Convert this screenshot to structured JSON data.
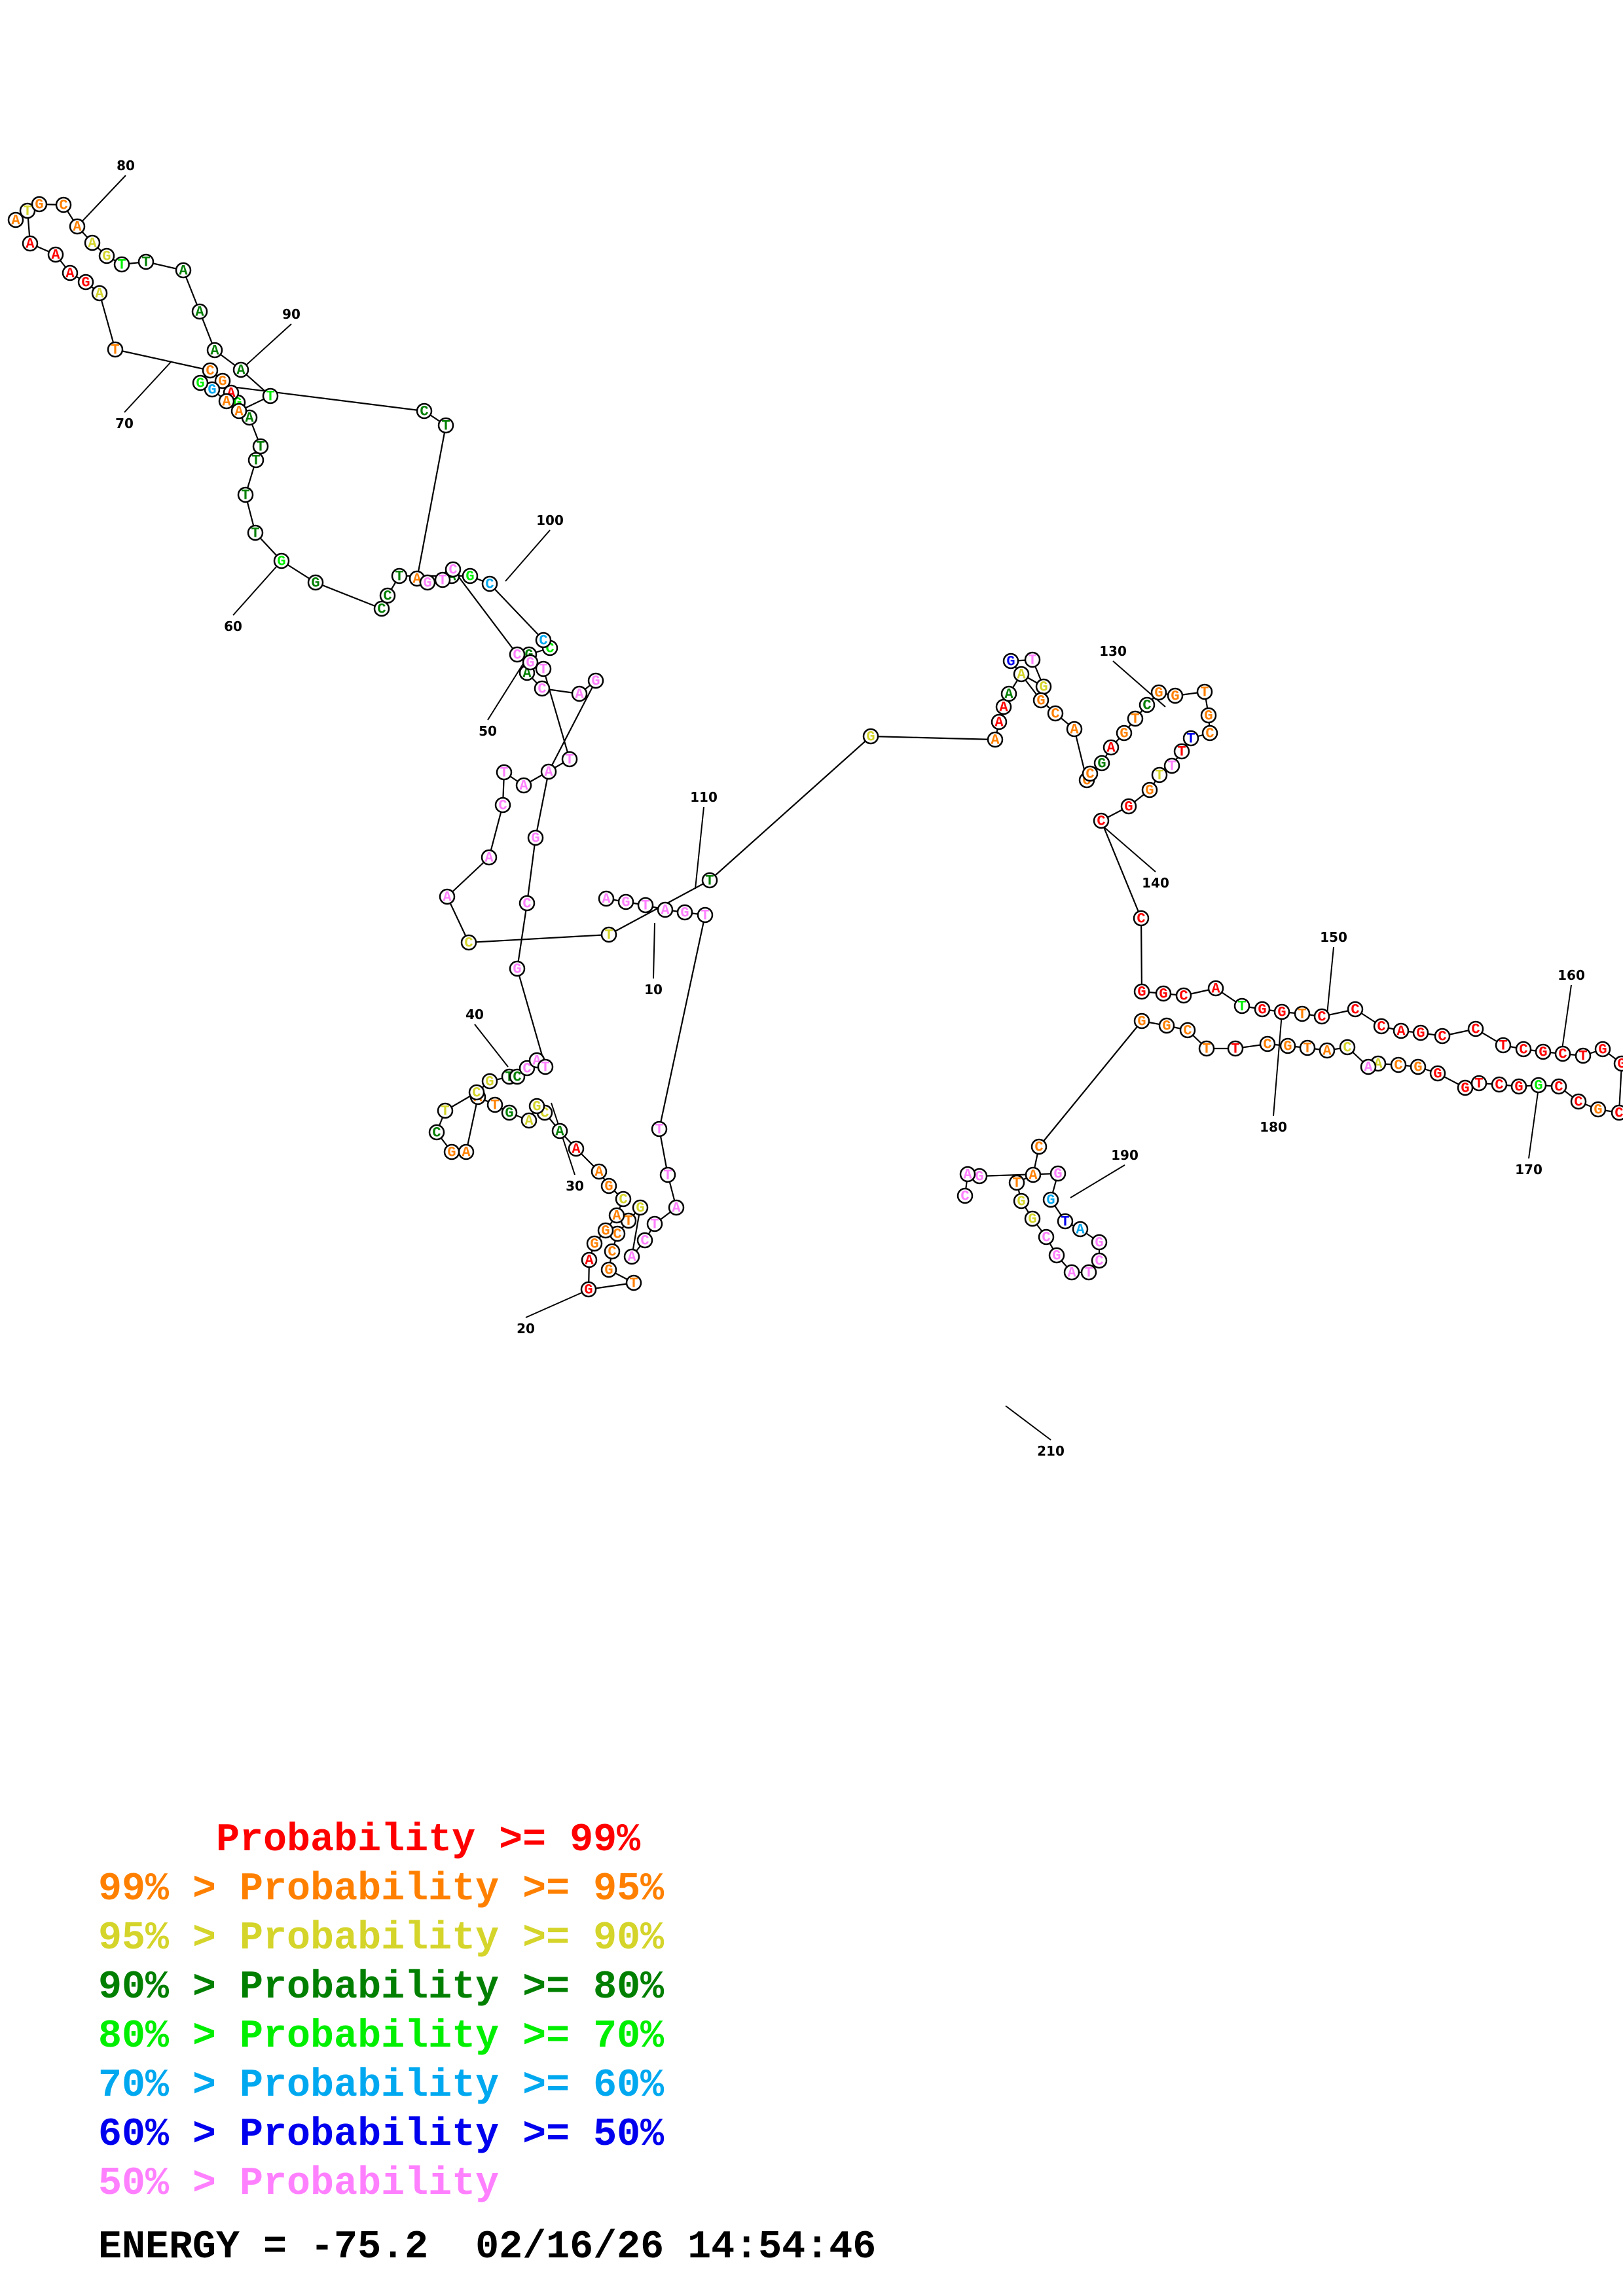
{
  "tiers": {
    "p99": {
      "color": "#ff0000",
      "label": "     Probability >= 99%"
    },
    "p95": {
      "color": "#ff8000",
      "label": "99% > Probability >= 95%"
    },
    "p90": {
      "color": "#d4d42a",
      "label": "95% > Probability >= 90%"
    },
    "p80": {
      "color": "#007f00",
      "label": "90% > Probability >= 80%"
    },
    "p70": {
      "color": "#00ee00",
      "label": "80% > Probability >= 70%"
    },
    "p60": {
      "color": "#00a8f0",
      "label": "70% > Probability >= 60%"
    },
    "p50": {
      "color": "#0000ee",
      "label": "60% > Probability >= 50%"
    },
    "plow": {
      "color": "#ff80ff",
      "label": "50% > Probability"
    }
  },
  "legend": [
    {
      "tier": "p99",
      "text": "     Probability >= 99%"
    },
    {
      "tier": "p95",
      "text": "99% > Probability >= 95%"
    },
    {
      "tier": "p90",
      "text": "95% > Probability >= 90%"
    },
    {
      "tier": "p80",
      "text": "90% > Probability >= 80%"
    },
    {
      "tier": "p70",
      "text": "80% > Probability >= 70%"
    },
    {
      "tier": "p60",
      "text": "70% > Probability >= 60%"
    },
    {
      "tier": "p50",
      "text": "60% > Probability >= 50%"
    },
    {
      "tier": "plow",
      "text": "50% > Probability"
    }
  ],
  "footer": {
    "energy_label": "ENERGY = -75.2",
    "energy_value": -75.2,
    "timestamp": "02/16/26 14:54:46"
  },
  "index_labels": [
    "10",
    "20",
    "30",
    "40",
    "50",
    "60",
    "70",
    "80",
    "90",
    "100",
    "110",
    "130",
    "140",
    "150",
    "160",
    "170",
    "180",
    "190",
    "210"
  ],
  "nucleotides": [
    {
      "b": "A",
      "t": "plow"
    },
    {
      "b": "G",
      "t": "plow"
    },
    {
      "b": "T",
      "t": "plow"
    },
    {
      "b": "A",
      "t": "plow"
    },
    {
      "b": "G",
      "t": "plow"
    },
    {
      "b": "T",
      "t": "plow"
    },
    {
      "b": "T",
      "t": "plow"
    },
    {
      "b": "T",
      "t": "plow"
    },
    {
      "b": "A",
      "t": "plow"
    },
    {
      "b": "T",
      "t": "plow"
    },
    {
      "b": "C",
      "t": "plow"
    },
    {
      "b": "A",
      "t": "plow"
    },
    {
      "b": "G",
      "t": "p90"
    },
    {
      "b": "T",
      "t": "p95"
    },
    {
      "b": "C",
      "t": "p95"
    },
    {
      "b": "C",
      "t": "p95"
    },
    {
      "b": "G",
      "t": "p95"
    },
    {
      "b": "T",
      "t": "p95"
    },
    {
      "b": "G",
      "t": "p99"
    },
    {
      "b": "A",
      "t": "p99"
    },
    {
      "b": "G",
      "t": "p95"
    },
    {
      "b": "G",
      "t": "p95"
    },
    {
      "b": "A",
      "t": "p95"
    },
    {
      "b": "C",
      "t": "p90"
    },
    {
      "b": "G",
      "t": "p95"
    },
    {
      "b": "A",
      "t": "p95"
    },
    {
      "b": "A",
      "t": "p99"
    },
    {
      "b": "A",
      "t": "p80"
    },
    {
      "b": "C",
      "t": "p90"
    },
    {
      "b": "G",
      "t": "p90"
    },
    {
      "b": "A",
      "t": "p90"
    },
    {
      "b": "G",
      "t": "p80"
    },
    {
      "b": "T",
      "t": "p95"
    },
    {
      "b": "A",
      "t": "p95"
    },
    {
      "b": "A",
      "t": "p95"
    },
    {
      "b": "G",
      "t": "p95"
    },
    {
      "b": "C",
      "t": "p80"
    },
    {
      "b": "T",
      "t": "p90"
    },
    {
      "b": "C",
      "t": "p90"
    },
    {
      "b": "G",
      "t": "p90"
    },
    {
      "b": "T",
      "t": "p80"
    },
    {
      "b": "C",
      "t": "p80"
    },
    {
      "b": "C",
      "t": "plow"
    },
    {
      "b": "A",
      "t": "plow"
    },
    {
      "b": "T",
      "t": "plow"
    },
    {
      "b": "G",
      "t": "plow"
    },
    {
      "b": "C",
      "t": "plow"
    },
    {
      "b": "G",
      "t": "plow"
    },
    {
      "b": "A",
      "t": "plow"
    },
    {
      "b": "G",
      "t": "plow"
    },
    {
      "b": "A",
      "t": "plow"
    },
    {
      "b": "C",
      "t": "plow"
    },
    {
      "b": "A",
      "t": "p80"
    },
    {
      "b": "G",
      "t": "p80"
    },
    {
      "b": "C",
      "t": "p70"
    },
    {
      "b": "C",
      "t": "p60"
    },
    {
      "b": "C",
      "t": "p60"
    },
    {
      "b": "G",
      "t": "p70"
    },
    {
      "b": "A",
      "t": "p80"
    },
    {
      "b": "T",
      "t": "p80"
    },
    {
      "b": "C",
      "t": "p80"
    },
    {
      "b": "C",
      "t": "p80"
    },
    {
      "b": "G",
      "t": "p80"
    },
    {
      "b": "G",
      "t": "p70"
    },
    {
      "b": "T",
      "t": "p80"
    },
    {
      "b": "T",
      "t": "p80"
    },
    {
      "b": "T",
      "t": "p80"
    },
    {
      "b": "T",
      "t": "p80"
    },
    {
      "b": "A",
      "t": "p80"
    },
    {
      "b": "G",
      "t": "p70"
    },
    {
      "b": "A",
      "t": "p99"
    },
    {
      "b": "G",
      "t": "p95"
    },
    {
      "b": "C",
      "t": "p95"
    },
    {
      "b": "T",
      "t": "p95"
    },
    {
      "b": "A",
      "t": "p90"
    },
    {
      "b": "G",
      "t": "p99"
    },
    {
      "b": "A",
      "t": "p99"
    },
    {
      "b": "A",
      "t": "p99"
    },
    {
      "b": "A",
      "t": "p99"
    },
    {
      "b": "T",
      "t": "p90"
    },
    {
      "b": "A",
      "t": "p95"
    },
    {
      "b": "G",
      "t": "p95"
    },
    {
      "b": "C",
      "t": "p95"
    },
    {
      "b": "A",
      "t": "p95"
    },
    {
      "b": "A",
      "t": "p90"
    },
    {
      "b": "G",
      "t": "p90"
    },
    {
      "b": "T",
      "t": "p70"
    },
    {
      "b": "T",
      "t": "p80"
    },
    {
      "b": "A",
      "t": "p80"
    },
    {
      "b": "A",
      "t": "p80"
    },
    {
      "b": "A",
      "t": "p80"
    },
    {
      "b": "A",
      "t": "p80"
    },
    {
      "b": "T",
      "t": "p70"
    },
    {
      "b": "A",
      "t": "p95"
    },
    {
      "b": "A",
      "t": "p95"
    },
    {
      "b": "G",
      "t": "p60"
    },
    {
      "b": "G",
      "t": "p70"
    },
    {
      "b": "C",
      "t": "p80"
    },
    {
      "b": "T",
      "t": "p80"
    },
    {
      "b": "A",
      "t": "p95"
    },
    {
      "b": "G",
      "t": "plow"
    },
    {
      "b": "T",
      "t": "plow"
    },
    {
      "b": "C",
      "t": "plow"
    },
    {
      "b": "C",
      "t": "plow"
    },
    {
      "b": "G",
      "t": "plow"
    },
    {
      "b": "T",
      "t": "plow"
    },
    {
      "b": "T",
      "t": "plow"
    },
    {
      "b": "A",
      "t": "plow"
    },
    {
      "b": "T",
      "t": "plow"
    },
    {
      "b": "C",
      "t": "plow"
    },
    {
      "b": "A",
      "t": "plow"
    },
    {
      "b": "A",
      "t": "plow"
    },
    {
      "b": "C",
      "t": "p90"
    },
    {
      "b": "T",
      "t": "p90"
    },
    {
      "b": "T",
      "t": "p80"
    },
    {
      "b": "G",
      "t": "p90"
    },
    {
      "b": "A",
      "t": "p95"
    },
    {
      "b": "A",
      "t": "p99"
    },
    {
      "b": "A",
      "t": "p99"
    },
    {
      "b": "A",
      "t": "p80"
    },
    {
      "b": "A",
      "t": "p90"
    },
    {
      "b": "G",
      "t": "p90"
    },
    {
      "b": "T",
      "t": "plow"
    },
    {
      "b": "G",
      "t": "p50"
    },
    {
      "b": "G",
      "t": "p95"
    },
    {
      "b": "C",
      "t": "p95"
    },
    {
      "b": "A",
      "t": "p95"
    },
    {
      "b": "C",
      "t": "p95"
    },
    {
      "b": "C",
      "t": "p95"
    },
    {
      "b": "G",
      "t": "p80"
    },
    {
      "b": "A",
      "t": "p99"
    },
    {
      "b": "G",
      "t": "p95"
    },
    {
      "b": "T",
      "t": "p95"
    },
    {
      "b": "C",
      "t": "p80"
    },
    {
      "b": "G",
      "t": "p95"
    },
    {
      "b": "G",
      "t": "p95"
    },
    {
      "b": "T",
      "t": "p95"
    },
    {
      "b": "G",
      "t": "p95"
    },
    {
      "b": "C",
      "t": "p95"
    },
    {
      "b": "T",
      "t": "p50"
    },
    {
      "b": "T",
      "t": "p99"
    },
    {
      "b": "T",
      "t": "plow"
    },
    {
      "b": "T",
      "t": "p90"
    },
    {
      "b": "G",
      "t": "p95"
    },
    {
      "b": "G",
      "t": "p99"
    },
    {
      "b": "C",
      "t": "p99"
    },
    {
      "b": "C",
      "t": "p99"
    },
    {
      "b": "G",
      "t": "p99"
    },
    {
      "b": "G",
      "t": "p99"
    },
    {
      "b": "C",
      "t": "p99"
    },
    {
      "b": "A",
      "t": "p99"
    },
    {
      "b": "T",
      "t": "p70"
    },
    {
      "b": "G",
      "t": "p99"
    },
    {
      "b": "G",
      "t": "p99"
    },
    {
      "b": "T",
      "t": "p95"
    },
    {
      "b": "C",
      "t": "p99"
    },
    {
      "b": "C",
      "t": "p99"
    },
    {
      "b": "C",
      "t": "p99"
    },
    {
      "b": "A",
      "t": "p99"
    },
    {
      "b": "G",
      "t": "p99"
    },
    {
      "b": "C",
      "t": "p99"
    },
    {
      "b": "C",
      "t": "p99"
    },
    {
      "b": "T",
      "t": "p99"
    },
    {
      "b": "C",
      "t": "p99"
    },
    {
      "b": "G",
      "t": "p99"
    },
    {
      "b": "C",
      "t": "p99"
    },
    {
      "b": "T",
      "t": "p99"
    },
    {
      "b": "G",
      "t": "p99"
    },
    {
      "b": "G",
      "t": "p99"
    },
    {
      "b": "C",
      "t": "p99"
    },
    {
      "b": "G",
      "t": "p95"
    },
    {
      "b": "C",
      "t": "p99"
    },
    {
      "b": "C",
      "t": "p99"
    },
    {
      "b": "G",
      "t": "p70"
    },
    {
      "b": "G",
      "t": "p99"
    },
    {
      "b": "C",
      "t": "p99"
    },
    {
      "b": "T",
      "t": "p99"
    },
    {
      "b": "G",
      "t": "p99"
    },
    {
      "b": "G",
      "t": "p99"
    },
    {
      "b": "G",
      "t": "p95"
    },
    {
      "b": "C",
      "t": "p95"
    },
    {
      "b": "A",
      "t": "p90"
    },
    {
      "b": "A",
      "t": "plow"
    },
    {
      "b": "C",
      "t": "p90"
    },
    {
      "b": "A",
      "t": "p95"
    },
    {
      "b": "T",
      "t": "p95"
    },
    {
      "b": "G",
      "t": "p95"
    },
    {
      "b": "C",
      "t": "p95"
    },
    {
      "b": "T",
      "t": "p99"
    },
    {
      "b": "T",
      "t": "p95"
    },
    {
      "b": "C",
      "t": "p95"
    },
    {
      "b": "G",
      "t": "p95"
    },
    {
      "b": "G",
      "t": "p95"
    },
    {
      "b": "C",
      "t": "p95"
    },
    {
      "b": "A",
      "t": "p95"
    },
    {
      "b": "T",
      "t": "p95"
    },
    {
      "b": "G",
      "t": "p90"
    },
    {
      "b": "G",
      "t": "p90"
    },
    {
      "b": "C",
      "t": "plow"
    },
    {
      "b": "G",
      "t": "plow"
    },
    {
      "b": "A",
      "t": "plow"
    },
    {
      "b": "T",
      "t": "plow"
    },
    {
      "b": "C",
      "t": "plow"
    },
    {
      "b": "G",
      "t": "plow"
    },
    {
      "b": "A",
      "t": "p60"
    },
    {
      "b": "T",
      "t": "p50"
    },
    {
      "b": "G",
      "t": "p60"
    },
    {
      "b": "G",
      "t": "plow"
    },
    {
      "b": "G",
      "t": "plow"
    },
    {
      "b": "A",
      "t": "plow"
    },
    {
      "b": "C",
      "t": "plow"
    }
  ]
}
